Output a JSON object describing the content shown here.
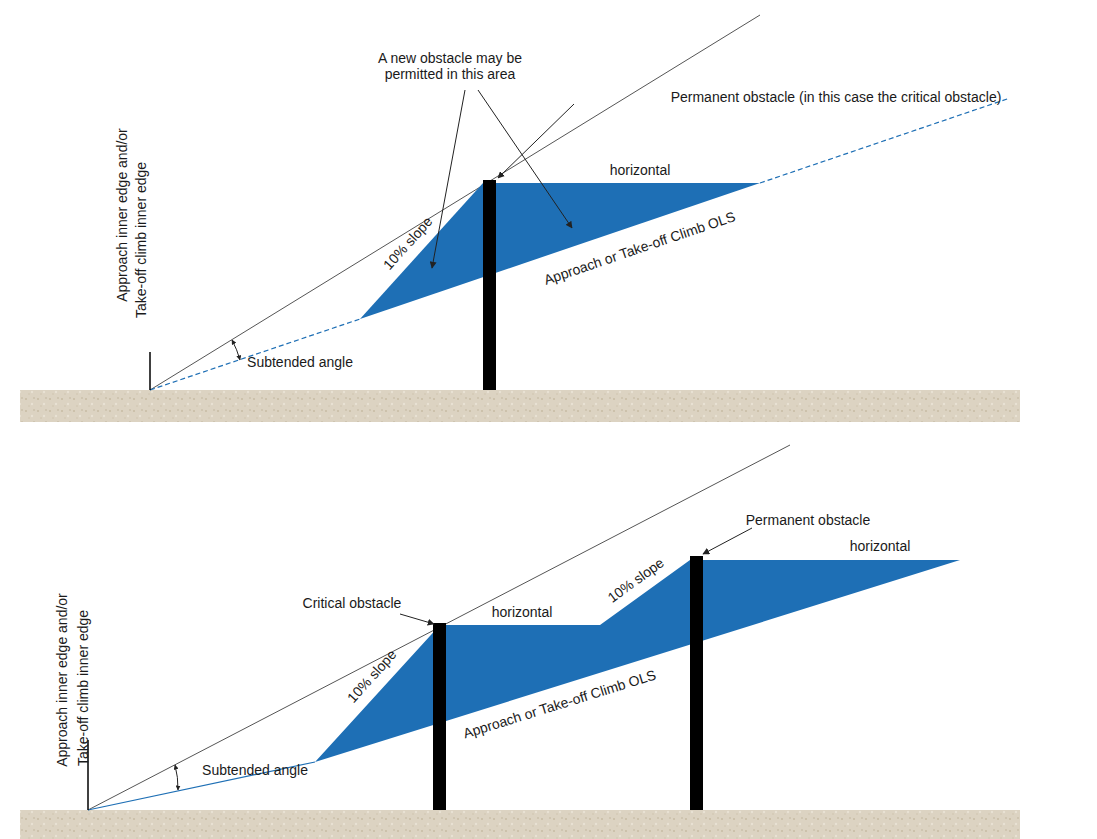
{
  "diagram": {
    "labels": [
      "Approach inner edge and/or",
      "Take-off climb inner edge",
      "A new obstacle may be permitted in this area",
      "Permanent obstacle (in this case the critical obstacle)",
      "horizontal",
      "10% slope",
      "Approach or Take-off Climb OLS",
      "Subtended angle",
      "Approach inner edge and/or",
      "Take-off climb inner edge",
      "Permanent obstacle",
      "Critical obstacle",
      "horizontal",
      "horizontal",
      "10% slope",
      "10% slope",
      "Approach or Take-off Climb OLS",
      "Subtended angle"
    ]
  }
}
